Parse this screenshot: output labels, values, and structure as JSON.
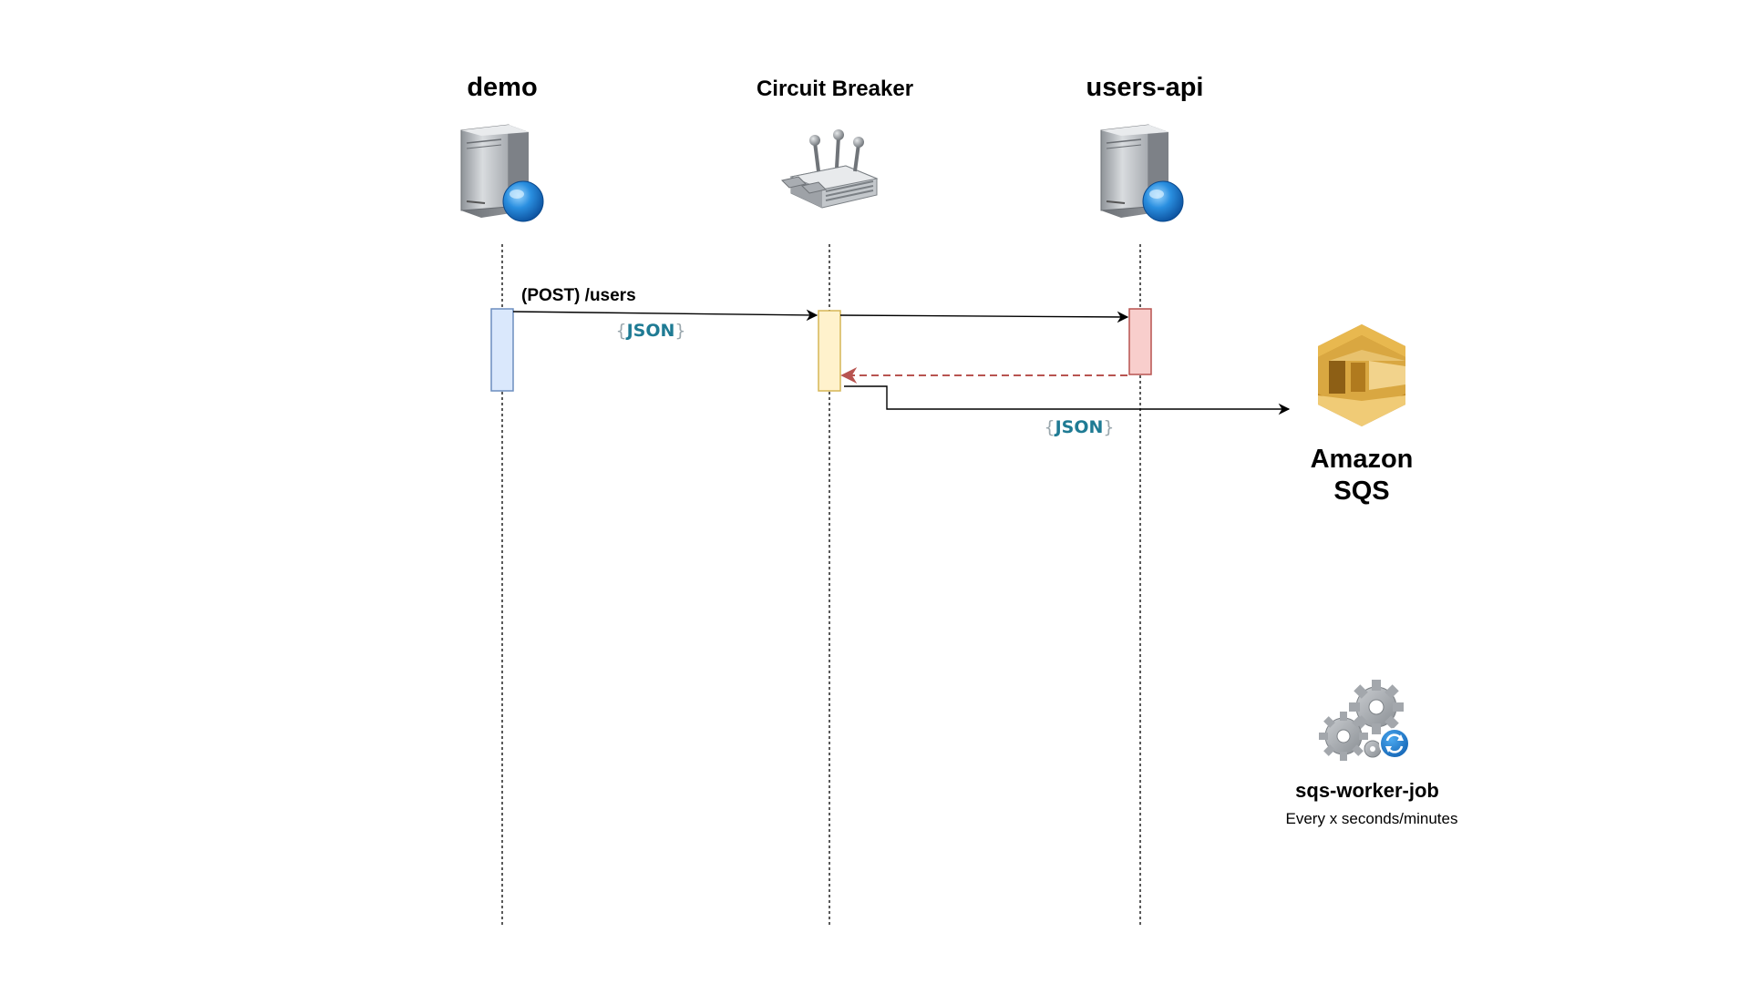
{
  "participants": {
    "demo": {
      "label": "demo"
    },
    "circuit_breaker": {
      "label": "Circuit Breaker"
    },
    "users_api": {
      "label": "users-api"
    }
  },
  "messages": {
    "post_users": {
      "label": "(POST) /users",
      "payload": "JSON"
    },
    "enqueue": {
      "payload": "JSON"
    }
  },
  "amazon_sqs": {
    "line1": "Amazon",
    "line2": "SQS"
  },
  "worker": {
    "name": "sqs-worker-job",
    "schedule": "Every x seconds/minutes"
  },
  "colors": {
    "activation_demo_fill": "#dae8fc",
    "activation_demo_stroke": "#6c8ebf",
    "activation_cb_fill": "#fff2cc",
    "activation_cb_stroke": "#d6b656",
    "activation_api_fill": "#f8cecc",
    "activation_api_stroke": "#b85450",
    "return_arrow": "#b85450",
    "sqs_gold": "#d9a741",
    "json_blue": "#1f7b94"
  },
  "icons": {
    "demo": "web-server-icon",
    "circuit_breaker": "circuit-breaker-icon",
    "users_api": "web-server-icon",
    "amazon_sqs": "amazon-sqs-icon",
    "worker": "worker-gears-icon"
  }
}
